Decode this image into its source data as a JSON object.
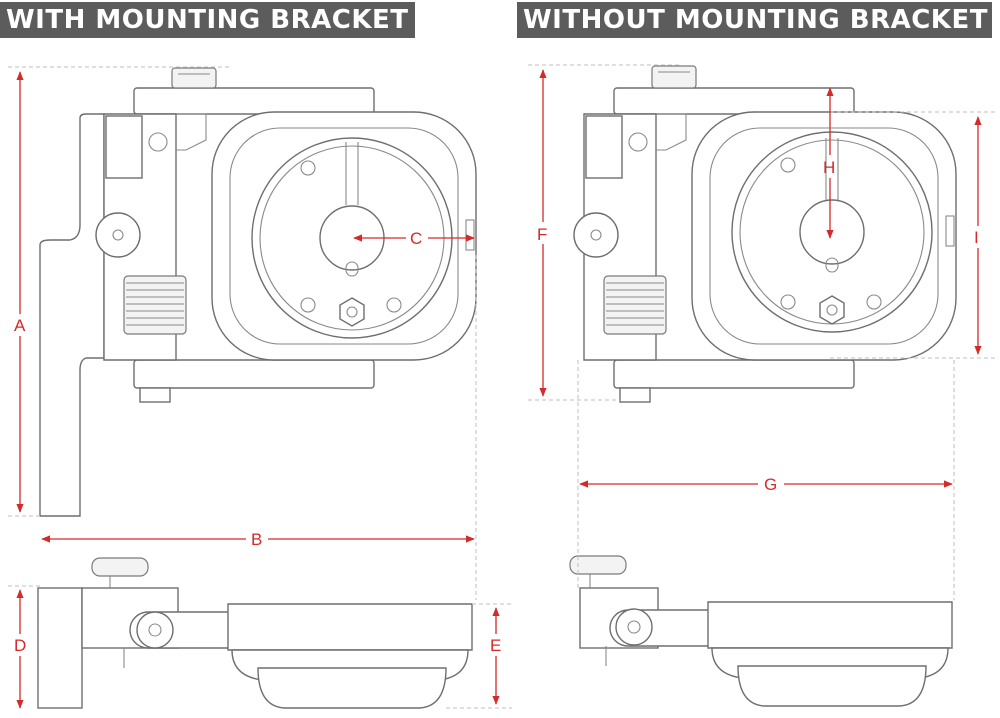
{
  "headers": {
    "with_bracket": "WITH MOUNTING BRACKET",
    "without_bracket": "WITHOUT MOUNTING BRACKET"
  },
  "dimension_labels": {
    "A": "A",
    "B": "B",
    "C": "C",
    "D": "D",
    "E": "E",
    "F": "F",
    "G": "G",
    "H": "H",
    "I": "I"
  },
  "colors": {
    "header_bg": "#5c5c5c",
    "header_accent": "#e02424",
    "dimension_red": "#d42a2a",
    "outline_gray": "#6e6e6e"
  }
}
